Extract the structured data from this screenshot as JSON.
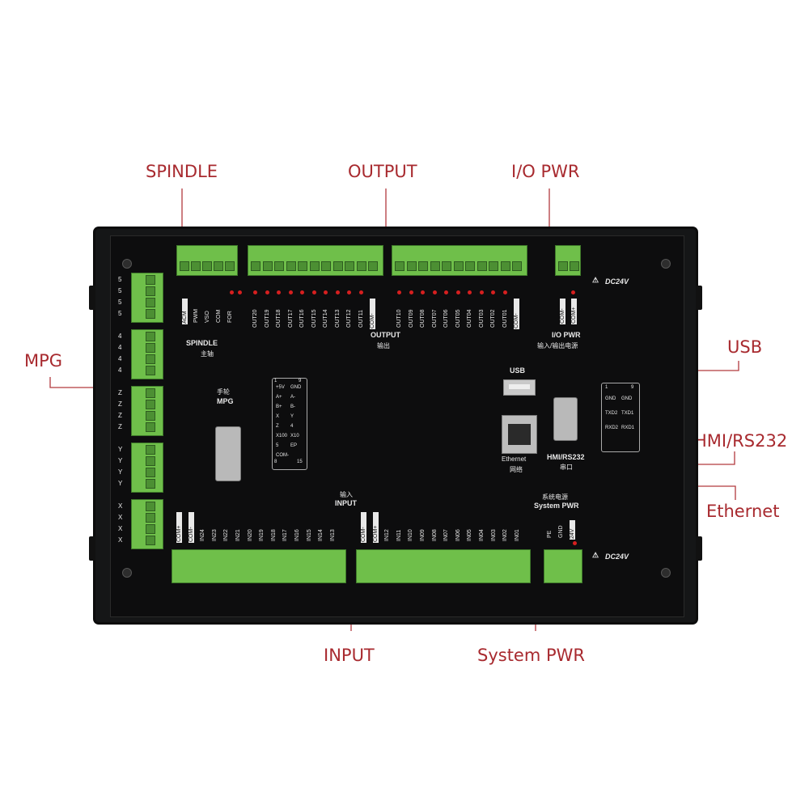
{
  "callouts": {
    "spindle": "SPINDLE",
    "output": "OUTPUT",
    "io_pwr": "I/O PWR",
    "usb": "USB",
    "mpg": "MPG",
    "hmi": "HMI/RS232",
    "ethernet": "Ethernet",
    "input": "INPUT",
    "system_pwr": "System PWR"
  },
  "board": {
    "spindle_pins": [
      "ACM",
      "PWM",
      "VSO",
      "COM",
      "FOR"
    ],
    "spindle_label": "SPINDLE",
    "spindle_label_cn": "主轴",
    "output_label": "OUTPUT",
    "output_label_cn": "输出",
    "output_left": [
      "OUT20",
      "OUT19",
      "OUT18",
      "OUT17",
      "OUT16",
      "OUT15",
      "OUT14",
      "OUT13",
      "OUT12",
      "OUT11",
      "COM-"
    ],
    "output_right": [
      "OUT10",
      "OUT09",
      "OUT08",
      "OUT07",
      "OUT06",
      "OUT05",
      "OUT04",
      "OUT03",
      "OUT02",
      "OUT01",
      "COM-"
    ],
    "io_pins": [
      "COM-",
      "COM+"
    ],
    "io_label": "I/O PWR",
    "io_label_cn": "输入/输出电源",
    "dc24v_top": "DC24V",
    "dc24v_bottom": "DC24V",
    "usb_label": "USB",
    "mpg_label_cn": "手轮",
    "mpg_label": "MPG",
    "mpg_pins": [
      "+5V",
      "GND",
      "A+",
      "A-",
      "B+",
      "B-",
      "X",
      "Y",
      "Z",
      "4",
      "X100",
      "X10",
      "5",
      "EP",
      "COM-"
    ],
    "mpg_nums": [
      "1",
      "9",
      "8",
      "15"
    ],
    "ethernet_label": "Ethernet",
    "ethernet_label_cn": "网络",
    "hmi_label": "HMI/RS232",
    "hmi_label_cn": "串口",
    "rs232_pins": [
      "GND",
      "GND",
      "TXD2",
      "TXD1",
      "RXD2",
      "RXD1"
    ],
    "rs232_nums": [
      "1",
      "9"
    ],
    "input_label_cn": "输入",
    "input_label": "INPUT",
    "input_left": [
      "COM+",
      "COM-",
      "IN24",
      "IN23",
      "IN22",
      "IN21",
      "IN20",
      "IN19",
      "IN18",
      "IN17",
      "IN16",
      "IN15",
      "IN14",
      "IN13"
    ],
    "input_right": [
      "COM-",
      "COM+",
      "IN12",
      "IN11",
      "IN10",
      "IN09",
      "IN08",
      "IN07",
      "IN06",
      "IN05",
      "IN04",
      "IN03",
      "IN02",
      "IN01"
    ],
    "sys_label_cn": "系统电源",
    "sys_label": "System PWR",
    "sys_pins": [
      "PE",
      "GND",
      "24V"
    ],
    "axes": [
      "5",
      "5",
      "5",
      "5",
      "4",
      "4",
      "4",
      "4",
      "Z",
      "Z",
      "Z",
      "Z",
      "Y",
      "Y",
      "Y",
      "Y",
      "X",
      "X",
      "X",
      "X"
    ]
  }
}
